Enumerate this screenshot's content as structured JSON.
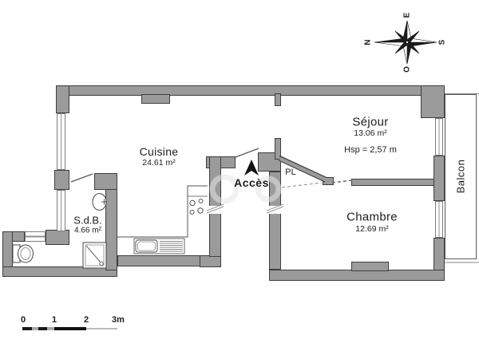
{
  "plan": {
    "rooms": {
      "cuisine": {
        "name": "Cuisine",
        "area": "24.61 m²"
      },
      "sejour": {
        "name": "Séjour",
        "area": "13.06 m²",
        "ceiling_height": "Hsp =  2,57 m"
      },
      "chambre": {
        "name": "Chambre",
        "area": "12.69 m²"
      },
      "sdb": {
        "name": "S.d.B.",
        "area": "4.66 m²"
      },
      "balcon": {
        "name": "Balcon"
      },
      "entry": {
        "label": "Accès"
      },
      "closet": {
        "label": "PL"
      }
    },
    "compass": {
      "north": "N",
      "east": "E",
      "south": "S",
      "west": "O"
    },
    "scale_bar": {
      "ticks": [
        "0",
        "1",
        "2",
        "3m"
      ]
    },
    "colors": {
      "wall_fill": "#9b9b9b",
      "wall_outline": "#3f3f3f",
      "thin_line": "#555555"
    }
  }
}
